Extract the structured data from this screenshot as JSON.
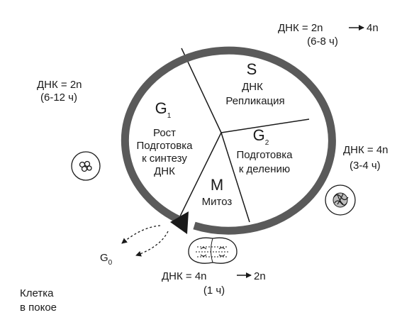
{
  "phases": {
    "g1": {
      "name": "G",
      "sub": "1",
      "lines": [
        "Рост",
        "Подготовка",
        "к синтезу",
        "ДНК"
      ]
    },
    "s": {
      "name": "S",
      "lines": [
        "ДНК",
        "Репликация"
      ]
    },
    "g2": {
      "name": "G",
      "sub": "2",
      "lines": [
        "Подготовка",
        "к делению"
      ]
    },
    "m": {
      "name": "M",
      "lines": [
        "Митоз"
      ]
    }
  },
  "annotations": {
    "s_dna": "ДНК = 2n",
    "s_dna_to": "4n",
    "s_time": "(6-8 ч)",
    "g1_dna": "ДНК = 2n",
    "g1_time": "(6-12 ч)",
    "g2_dna": "ДНК = 4n",
    "g2_time": "(3-4 ч)",
    "m_dna": "ДНК = 4n",
    "m_dna_to": "2n",
    "m_time": "(1 ч)"
  },
  "g0": {
    "name": "G",
    "sub": "0"
  },
  "resting_cell": {
    "lines": [
      "Клетка",
      "в покое"
    ]
  },
  "colors": {
    "ink": "#1a1a1a",
    "ring": "#5a5a5a",
    "background": "#ffffff"
  }
}
